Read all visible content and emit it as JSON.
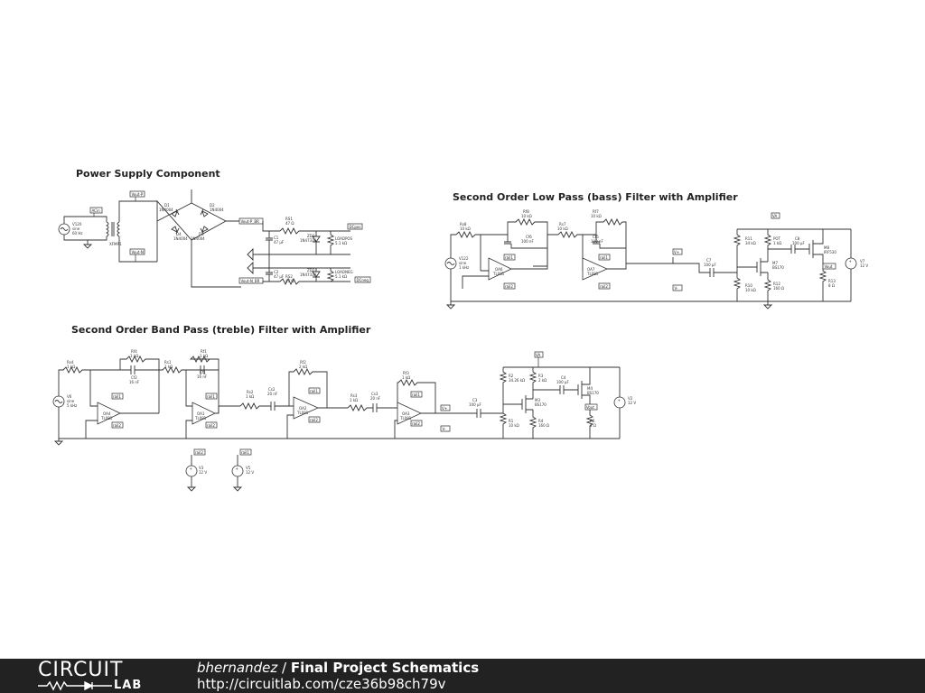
{
  "sections": {
    "power": "Power Supply Component",
    "lowpass": "Second Order Low Pass (bass) Filter with Amplifier",
    "bandpass": "Second Order Band Pass (treble) Filter with Amplifier"
  },
  "power": {
    "src_name": "V120",
    "src_type": "sine",
    "src_freq": "60 Hz",
    "xfmr": "XFMR1",
    "tag_acin": "ACin",
    "tag_voutp": "Vout-P",
    "tag_voutn": "Vout-N",
    "d1": "D1",
    "d1v": "1N4004",
    "d2": "D2",
    "d2v": "1N4004",
    "d3": "D3",
    "d3v": "1N4004",
    "d4": "D4",
    "d4v": "1N4004",
    "tag_voutp_br": "Vout-P_BR",
    "tag_voutn_br": "Vout-N_BR",
    "rs1": "RS1",
    "rs1v": "47 Ω",
    "rs2": "RS2",
    "rs2v": "47 Ω",
    "c1": "C1",
    "c1v": "47 µF",
    "c2": "C2",
    "c2v": "47 µF",
    "zd1": "ZD1",
    "zd1v": "1N4733A",
    "zd2": "ZD2",
    "zd2v": "1N4733A",
    "rlp": "LOADPOS",
    "rlpv": "5.1 kΩ",
    "rln": "LOADNEG",
    "rlnv": "5.1 kΩ",
    "tag_dcpos": "DCpos",
    "tag_dcneg": "DCneg"
  },
  "lowpass": {
    "src": "V122",
    "src_type": "sine",
    "src_freq": "1 kHz",
    "rs8": "Rs8",
    "rs8v": "10 kΩ",
    "rf8": "Rf8",
    "rf8v": "10 kΩ",
    "cf6": "Cf6",
    "cf6v": "100 nF",
    "rs7": "Rs7",
    "rs7v": "10 kΩ",
    "rf7": "Rf7",
    "rf7v": "10 kΩ",
    "cf5": "Cf5",
    "cf5v": "100 nF",
    "oa6": "OA6",
    "oa6v": "TL081",
    "oa7": "OA7",
    "oa7v": "TL081",
    "rail1": "rail1",
    "rail2": "rail2",
    "vplus": "V+",
    "vminus": "V-",
    "c7": "C7",
    "c7v": "100 µF",
    "r11": "R11",
    "r11v": "34 kΩ",
    "r10": "R10",
    "r10v": "10 kΩ",
    "pot": "POT",
    "potv": "1 kΩ",
    "r12": "R12",
    "r12v": "160 Ω",
    "m7": "M7",
    "m7v": "BS170",
    "c8": "C8",
    "c8v": "100 µF",
    "m8": "M8",
    "m8v": "IRF530",
    "r13": "R13",
    "r13v": "8 Ω",
    "v7": "V7",
    "v7v": "12 V",
    "tag_va": "VA",
    "tag_vout": "Vout"
  },
  "bandpass": {
    "src": "V6",
    "src_type": "sine",
    "src_freq": "5 kHz",
    "rs4": "Rs4",
    "rs4v": "1 kΩ",
    "rf4": "Rf4",
    "rf4v": "1 kΩ",
    "cf2": "Cf2",
    "cf2v": "16 nF",
    "rs1": "Rs1",
    "rs1v": "1 kΩ",
    "rf1": "Rf1",
    "rf1v": "1 kΩ",
    "cf1": "Cf1",
    "cf1v": "16 nF",
    "oa4": "OA4",
    "oa4v": "TL081",
    "oa1": "OA1",
    "oa1v": "TL081",
    "rs2": "Rs2",
    "rs2v": "1 kΩ",
    "cs2": "Cs2",
    "cs2v": "20 nF",
    "rf2": "Rf2",
    "rf2v": "2 kΩ",
    "oa2": "OA2",
    "oa2v": "TL081",
    "rs3": "Rs3",
    "rs3v": "1 kΩ",
    "cs3": "Cs3",
    "cs3v": "20 nF",
    "rf3": "Rf3",
    "rf3v": "1 kΩ",
    "oa3": "OA3",
    "oa3v": "TL081",
    "rail1": "rail1",
    "rail2": "rail2",
    "vplus": "V+",
    "vminus": "V-",
    "c3": "C3",
    "c3v": "100 µF",
    "r2": "R2",
    "r2v": "34.26 kΩ",
    "r1": "R1",
    "r1v": "10 kΩ",
    "r3": "R3",
    "r3v": "2 kΩ",
    "m3": "M3",
    "m3v": "BS170",
    "r4": "R4",
    "r4v": "160 Ω",
    "c4": "C4",
    "c4v": "100 µF",
    "m4": "M4",
    "m4v": "BS170",
    "r6": "R6",
    "r6v": "8 Ω",
    "v2": "V2",
    "v2v": "12 V",
    "tag_va": "VA",
    "tag_vout": "Vout"
  },
  "rails": {
    "tag1": "rail2",
    "tag2": "rail1",
    "v3": "V3",
    "v3v": "12 V",
    "v5": "V5",
    "v5v": "12 V"
  },
  "footer": {
    "logo_top": "CIRCUIT",
    "logo_bottom": "LAB",
    "author": "bhernandez",
    "separator": " / ",
    "project": "Final Project Schematics",
    "url": "http://circuitlab.com/cze36b98ch79v"
  }
}
